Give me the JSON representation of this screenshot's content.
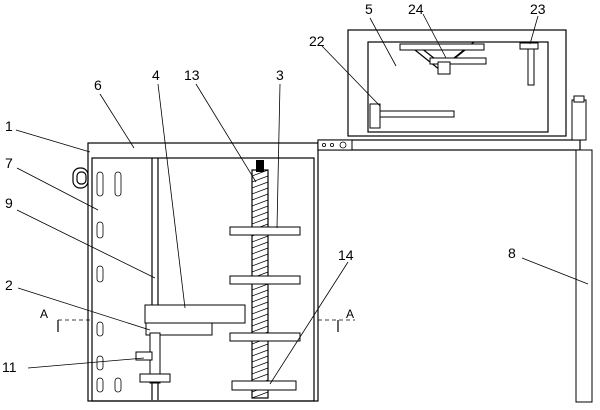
{
  "labels": {
    "l1": "1",
    "l2": "2",
    "l3": "3",
    "l4": "4",
    "l5": "5",
    "l6": "6",
    "l7": "7",
    "l8": "8",
    "l9": "9",
    "l11": "11",
    "l13": "13",
    "l14": "14",
    "l22": "22",
    "l23": "23",
    "l24": "24"
  },
  "section_marks": {
    "left": "A",
    "right": "A"
  }
}
